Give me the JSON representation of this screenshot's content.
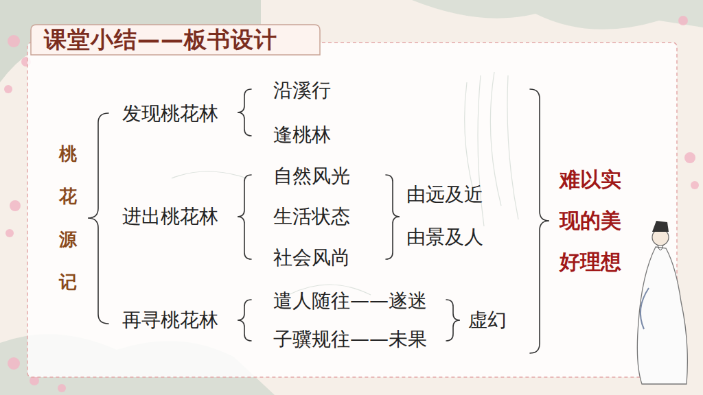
{
  "diagram": {
    "title": "课堂小结——板书设计",
    "labels": [
      "桃花源记",
      "发现桃花林",
      "沿溪行",
      "逢桃林",
      "进出桃花林",
      "自然风光",
      "生活状态",
      "社会风尚",
      "由远及近",
      "由景及人",
      "再寻桃花林",
      "遣人随往——遂迷",
      "子骥规往——未果",
      "虚幻",
      "难以实现的美好理想"
    ]
  }
}
